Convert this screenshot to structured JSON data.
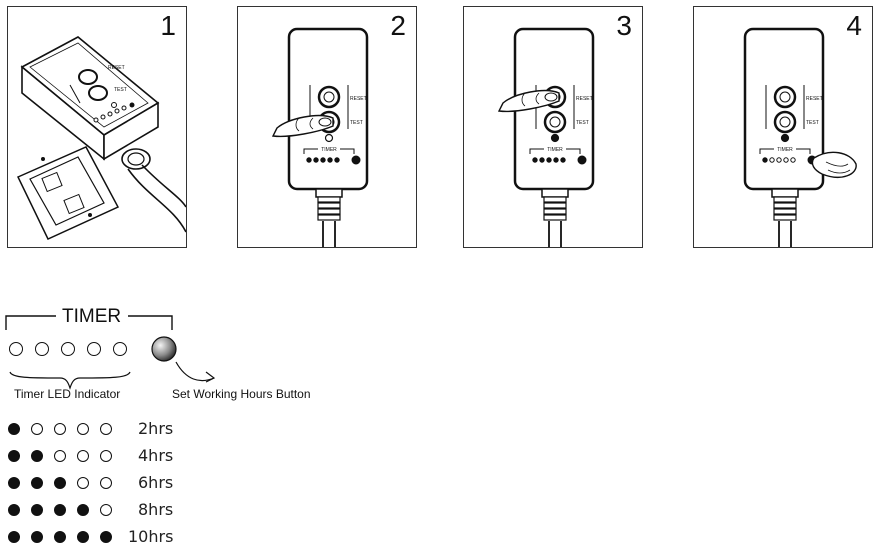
{
  "steps": [
    {
      "number": "1"
    },
    {
      "number": "2"
    },
    {
      "number": "3"
    },
    {
      "number": "4"
    }
  ],
  "device_labels": {
    "reset": "RESET",
    "test": "TEST",
    "timer": "TIMER"
  },
  "legend": {
    "title": "TIMER",
    "led_label": "Timer LED Indicator",
    "button_label": "Set Working Hours Button",
    "led_count": 5
  },
  "hour_settings": [
    {
      "lit": 1,
      "label": "2hrs"
    },
    {
      "lit": 2,
      "label": "4hrs"
    },
    {
      "lit": 3,
      "label": "6hrs"
    },
    {
      "lit": 4,
      "label": "8hrs"
    },
    {
      "lit": 5,
      "label": "10hrs"
    }
  ]
}
